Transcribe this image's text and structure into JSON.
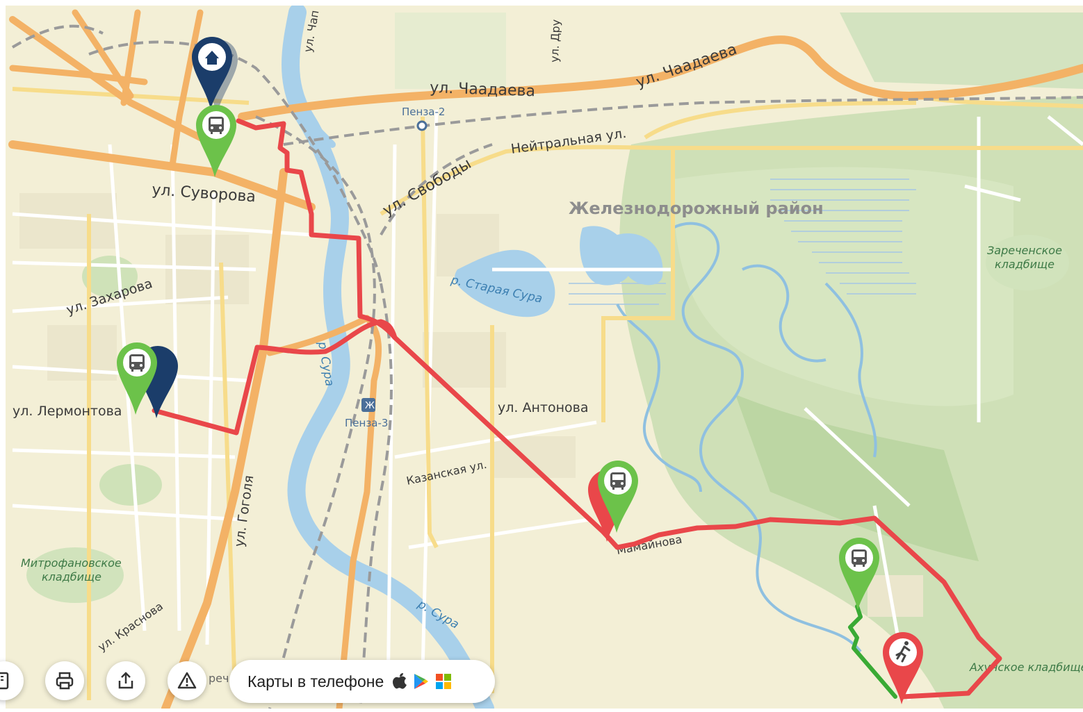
{
  "map": {
    "streets": [
      {
        "id": "chaadaeva1",
        "text": "ул. Чаадаева"
      },
      {
        "id": "chaadaeva2",
        "text": "ул. Чаадаева"
      },
      {
        "id": "suvorova",
        "text": "ул. Суворова"
      },
      {
        "id": "svobody",
        "text": "ул. Свободы"
      },
      {
        "id": "neitralnaya",
        "text": "Нейтральная ул."
      },
      {
        "id": "zakharova",
        "text": "ул. Захарова"
      },
      {
        "id": "lermontova",
        "text": "ул. Лермонтова"
      },
      {
        "id": "antonova",
        "text": "ул. Антонова"
      },
      {
        "id": "kazanskaya",
        "text": "Казанская ул."
      },
      {
        "id": "gogolya",
        "text": "ул. Гоголя"
      },
      {
        "id": "krasnova",
        "text": "ул. Краснова"
      },
      {
        "id": "chap",
        "text": "ул. Чап"
      },
      {
        "id": "dru",
        "text": "ул. Дру"
      },
      {
        "id": "mamaynova",
        "text": "Мамайнова"
      }
    ],
    "district": "Железнодорожный район",
    "water": [
      {
        "id": "staraya_sura",
        "text": "р. Старая Сура"
      },
      {
        "id": "sura1",
        "text": "р. Сура"
      },
      {
        "id": "sura2",
        "text": "р. Сура"
      }
    ],
    "green": [
      {
        "id": "zarechenskoe1",
        "text": "Зареченское"
      },
      {
        "id": "zarechenskoe2",
        "text": "кладбище"
      },
      {
        "id": "mitrofanovskoe1",
        "text": "Митрофановское"
      },
      {
        "id": "mitrofanovskoe2",
        "text": "кладбище"
      },
      {
        "id": "akhunskoe",
        "text": "Ахунское кладбище"
      }
    ],
    "stations": [
      {
        "id": "penza2",
        "text": "Пенза-2"
      },
      {
        "id": "penza3",
        "text": "Пенза-3"
      }
    ]
  },
  "route_colors": {
    "primary": "#e9474a",
    "walk": "#3aaa35",
    "home": "#1b3d6a",
    "stop": "#6cc24a"
  },
  "markers": [
    {
      "id": "home",
      "icon": "home-icon"
    },
    {
      "id": "bus_start",
      "icon": "bus-icon"
    },
    {
      "id": "bus_lermontova",
      "icon": "bus-icon"
    },
    {
      "id": "bus_mamaynova",
      "icon": "bus-icon"
    },
    {
      "id": "bus_east",
      "icon": "bus-icon"
    },
    {
      "id": "finish",
      "icon": "runner-icon"
    }
  ],
  "toolbar": {
    "partial_text": "реч",
    "apps_label": "Карты в телефоне",
    "buttons": [
      "ruler-icon",
      "print-icon",
      "share-icon",
      "warning-icon"
    ]
  }
}
